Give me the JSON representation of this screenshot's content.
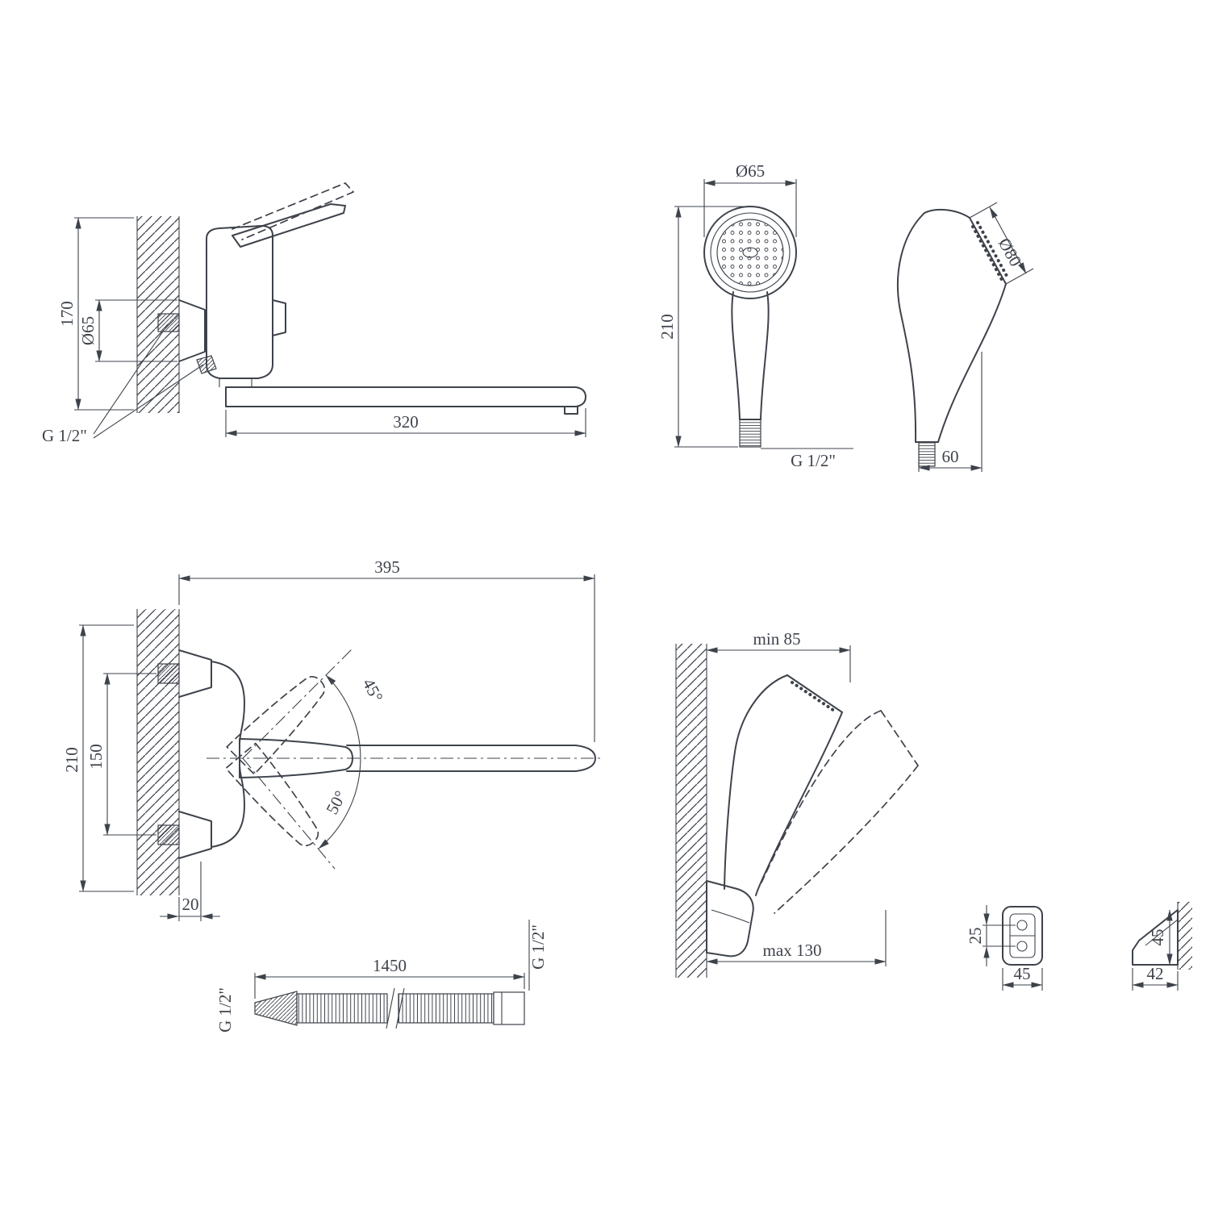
{
  "meta": {
    "background_color": "#ffffff",
    "line_color": "#3e434b",
    "drawing_type": "bath mixer with shower set dimensional drawing"
  },
  "views": {
    "faucet_side": {
      "height": "170",
      "diameter": "Ø65",
      "spout_length": "320",
      "thread": "G 1/2\""
    },
    "handshower_front": {
      "diameter": "Ø65",
      "height": "210",
      "thread": "G 1/2\""
    },
    "handshower_side": {
      "diameter": "Ø80",
      "depth": "60"
    },
    "faucet_front": {
      "width": "395",
      "height": "210",
      "centers": "150",
      "angle_up": "45°",
      "angle_down": "50°",
      "wall_offset": "20"
    },
    "hose": {
      "length": "1450",
      "thread_left": "G 1/2\"",
      "thread_right": "G 1/2\""
    },
    "holder": {
      "min": "min 85",
      "max": "max 130"
    },
    "bracket_front": {
      "hole_spacing": "25",
      "width": "45"
    },
    "bracket_side": {
      "height": "45",
      "depth": "42"
    }
  }
}
